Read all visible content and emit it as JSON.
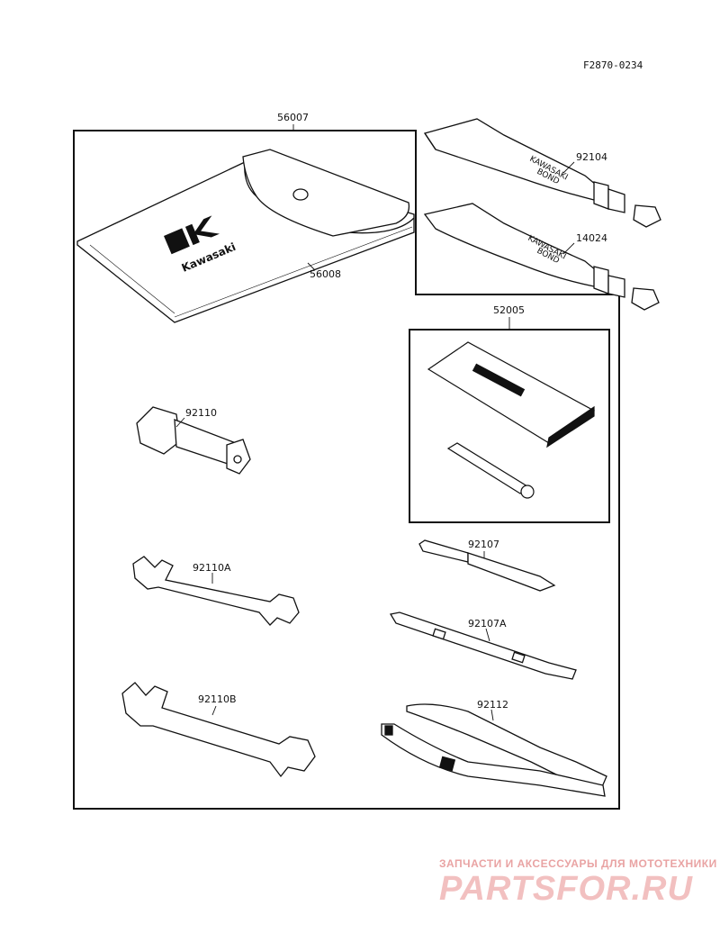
{
  "reference_code": "F2870-0234",
  "parts": {
    "bag_outer": "56007",
    "bag_label": "56008",
    "bond_a": "92104",
    "bond_b": "14024",
    "kit": "52005",
    "plug_wrench": "92110",
    "wrench_a": "92110A",
    "wrench_b": "92110B",
    "screwdriver": "92107",
    "screwdriver_handle": "92107A",
    "pliers": "92112"
  },
  "brand_text": "Kawasaki",
  "tube_text": {
    "line1": "KAWASAKI",
    "line2": "BOND"
  },
  "watermark": {
    "tagline": "ЗАПЧАСТИ И АКСЕССУАРЫ ДЛЯ МОТОТЕХНИКИ",
    "logo": "PARTSFOR.RU"
  }
}
